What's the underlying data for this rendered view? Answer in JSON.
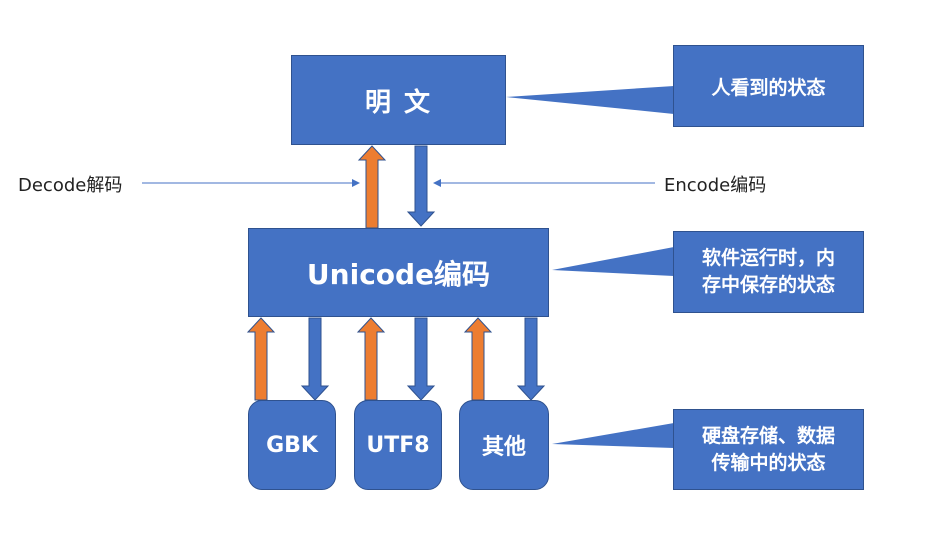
{
  "colors": {
    "box_fill": "#4472C4",
    "box_border": "#2F528F",
    "decode_arrow": "#ED7D31",
    "encode_arrow": "#4472C4",
    "pointer_line": "#4472C4",
    "label_text": "#222222"
  },
  "nodes": {
    "plaintext": "明 文",
    "unicode": "Unicode编码",
    "gbk": "GBK",
    "utf8": "UTF8",
    "other": "其他"
  },
  "labels": {
    "decode": "Decode解码",
    "encode": "Encode编码"
  },
  "callouts": {
    "human": "人看到的状态",
    "memory_line1": "软件运行时，内",
    "memory_line2": "存中保存的状态",
    "storage_line1": "硬盘存储、数据",
    "storage_line2": "传输中的状态"
  }
}
